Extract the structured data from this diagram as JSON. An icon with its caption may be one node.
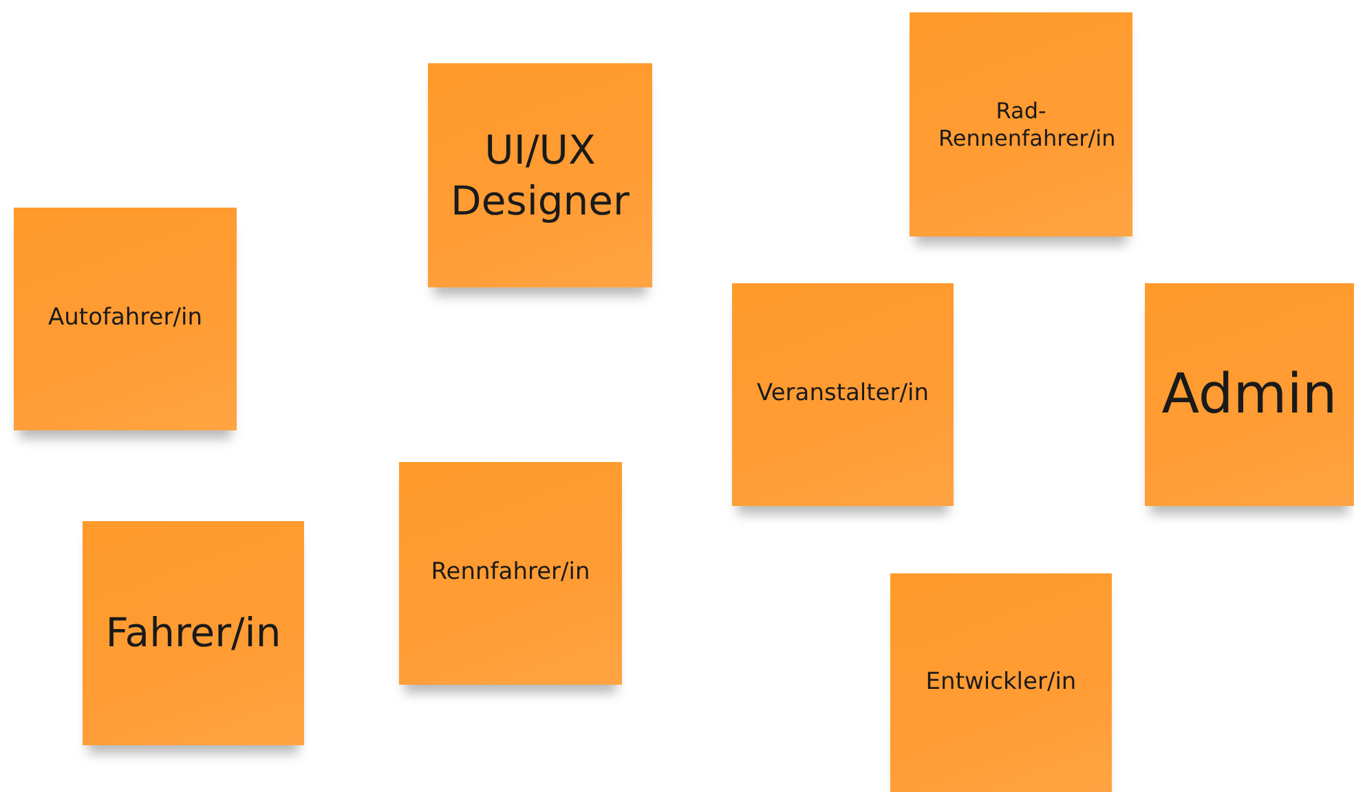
{
  "diagram": {
    "nodes": [
      {
        "text": [
          "Rad-Rennenfahrer/in"
        ]
      },
      {
        "text": [
          "UI/UX Designer"
        ]
      },
      {
        "text": [
          "Autofahrer/in"
        ]
      },
      {
        "text": [
          "Veranstalter/in"
        ]
      },
      {
        "text": [
          "Admin"
        ]
      },
      {
        "text": [
          "Rennfahrer/in"
        ]
      },
      {
        "text": [
          "Fahrer/in"
        ]
      },
      {
        "text": [
          "Entwickler/in"
        ]
      }
    ]
  }
}
